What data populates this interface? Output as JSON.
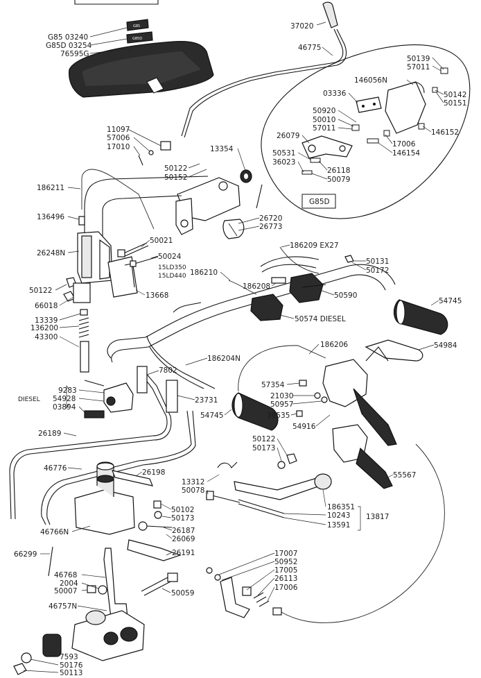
{
  "labels": {
    "l37020": "37020",
    "l46775": "46775",
    "lG85_03240": "G85 03240",
    "lG85D_03254": "G85D 03254",
    "l76595G": "76595G",
    "l11097": "11097",
    "l57006": "57006",
    "l17010": "17010",
    "l13354": "13354",
    "l50122a": "50122",
    "l50152": "50152",
    "l186211": "186211",
    "l136496": "136496",
    "l26720": "26720",
    "l26773": "26773",
    "l26248N": "26248N",
    "l50021": "50021",
    "l50024": "50024",
    "l50122b": "50122",
    "l66018": "66018",
    "l13668": "13668",
    "l13339": "13339",
    "l136200": "136200",
    "l43300": "43300",
    "l186209": "186209 EX27",
    "l15LD350": "15LD350",
    "l15LD440": "15LD440",
    "l186210": "186210",
    "l186208": "186208",
    "l50131": "50131",
    "l50172": "50172",
    "l50590": "50590",
    "l54745a": "54745",
    "l50574": "50574 DIESEL",
    "l186206": "186206",
    "l54984": "54984",
    "l186204N": "186204N",
    "l9283": "9283",
    "lDIESEL": "DIESEL",
    "l54928": "54928",
    "l03894": "03894",
    "l7802": "7802",
    "l23731": "23731",
    "l57354": "57354",
    "l21030": "21030",
    "l50957": "50957",
    "l54745b": "54745",
    "l39535": "39535",
    "l54916": "54916",
    "l26189": "26189",
    "l50122c": "50122",
    "l50173a": "50173",
    "l55567": "55567",
    "l46776": "46776",
    "l26198": "26198",
    "l13312": "13312",
    "l50078": "50078",
    "l50102": "50102",
    "l50173b": "50173",
    "l186351": "186351",
    "l10243": "10243",
    "l13817": "13817",
    "l13591": "13591",
    "l46766N": "46766N",
    "l26187": "26187",
    "l26069": "26069",
    "l26191": "26191",
    "l66299": "66299",
    "l17007": "17007",
    "l50952": "50952",
    "l17005": "17005",
    "l26113": "26113",
    "l17006b": "17006",
    "l46768": "46768",
    "l2004": "2004",
    "l50007": "50007",
    "l50059": "50059",
    "l46757N": "46757N",
    "l7593": "7593",
    "l50176": "50176",
    "l50113": "50113"
  },
  "inset": {
    "l50139": "50139",
    "l57011a": "57011",
    "l146056N": "146056N",
    "l50142": "50142",
    "l50151": "50151",
    "l03336": "03336",
    "l50920": "50920",
    "l50010": "50010",
    "l57011b": "57011",
    "l146152": "146152",
    "l26079": "26079",
    "l17006": "17006",
    "l146154": "146154",
    "l50531": "50531",
    "l36023": "36023",
    "l26118": "26118",
    "l50079": "50079",
    "model_tag": "G85D"
  }
}
